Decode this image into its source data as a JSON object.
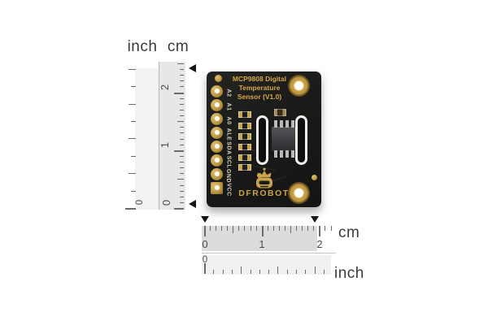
{
  "header": {
    "inch": "inch",
    "cm": "cm"
  },
  "v_ruler": {
    "cm_numbers": [
      "0",
      "1",
      "2"
    ],
    "inch_numbers": [
      "0"
    ]
  },
  "h_ruler": {
    "cm_numbers": [
      "0",
      "1",
      "2"
    ],
    "inch_numbers": [
      "0"
    ],
    "cm_unit": "cm",
    "inch_unit": "inch"
  },
  "board": {
    "title_lines": [
      "MCP9808 Digital",
      "Temperature",
      "Sensor (V1.0)"
    ],
    "pins": [
      "A2",
      "A1",
      "A0",
      "ALE",
      "SDA",
      "SCL",
      "GND",
      "VCC"
    ],
    "brand": "DFROBOT"
  },
  "colors": {
    "pcb_black": "#1a1a19",
    "gold": "#c29a41",
    "silk_title_gold": "#d7a84b",
    "silk_pin_cream": "#dcd3bd",
    "ruler_gray_cm": "#e7e7e5",
    "ruler_gray_inch": "#f2f2f0",
    "tick_gray": "#6b6b69"
  }
}
